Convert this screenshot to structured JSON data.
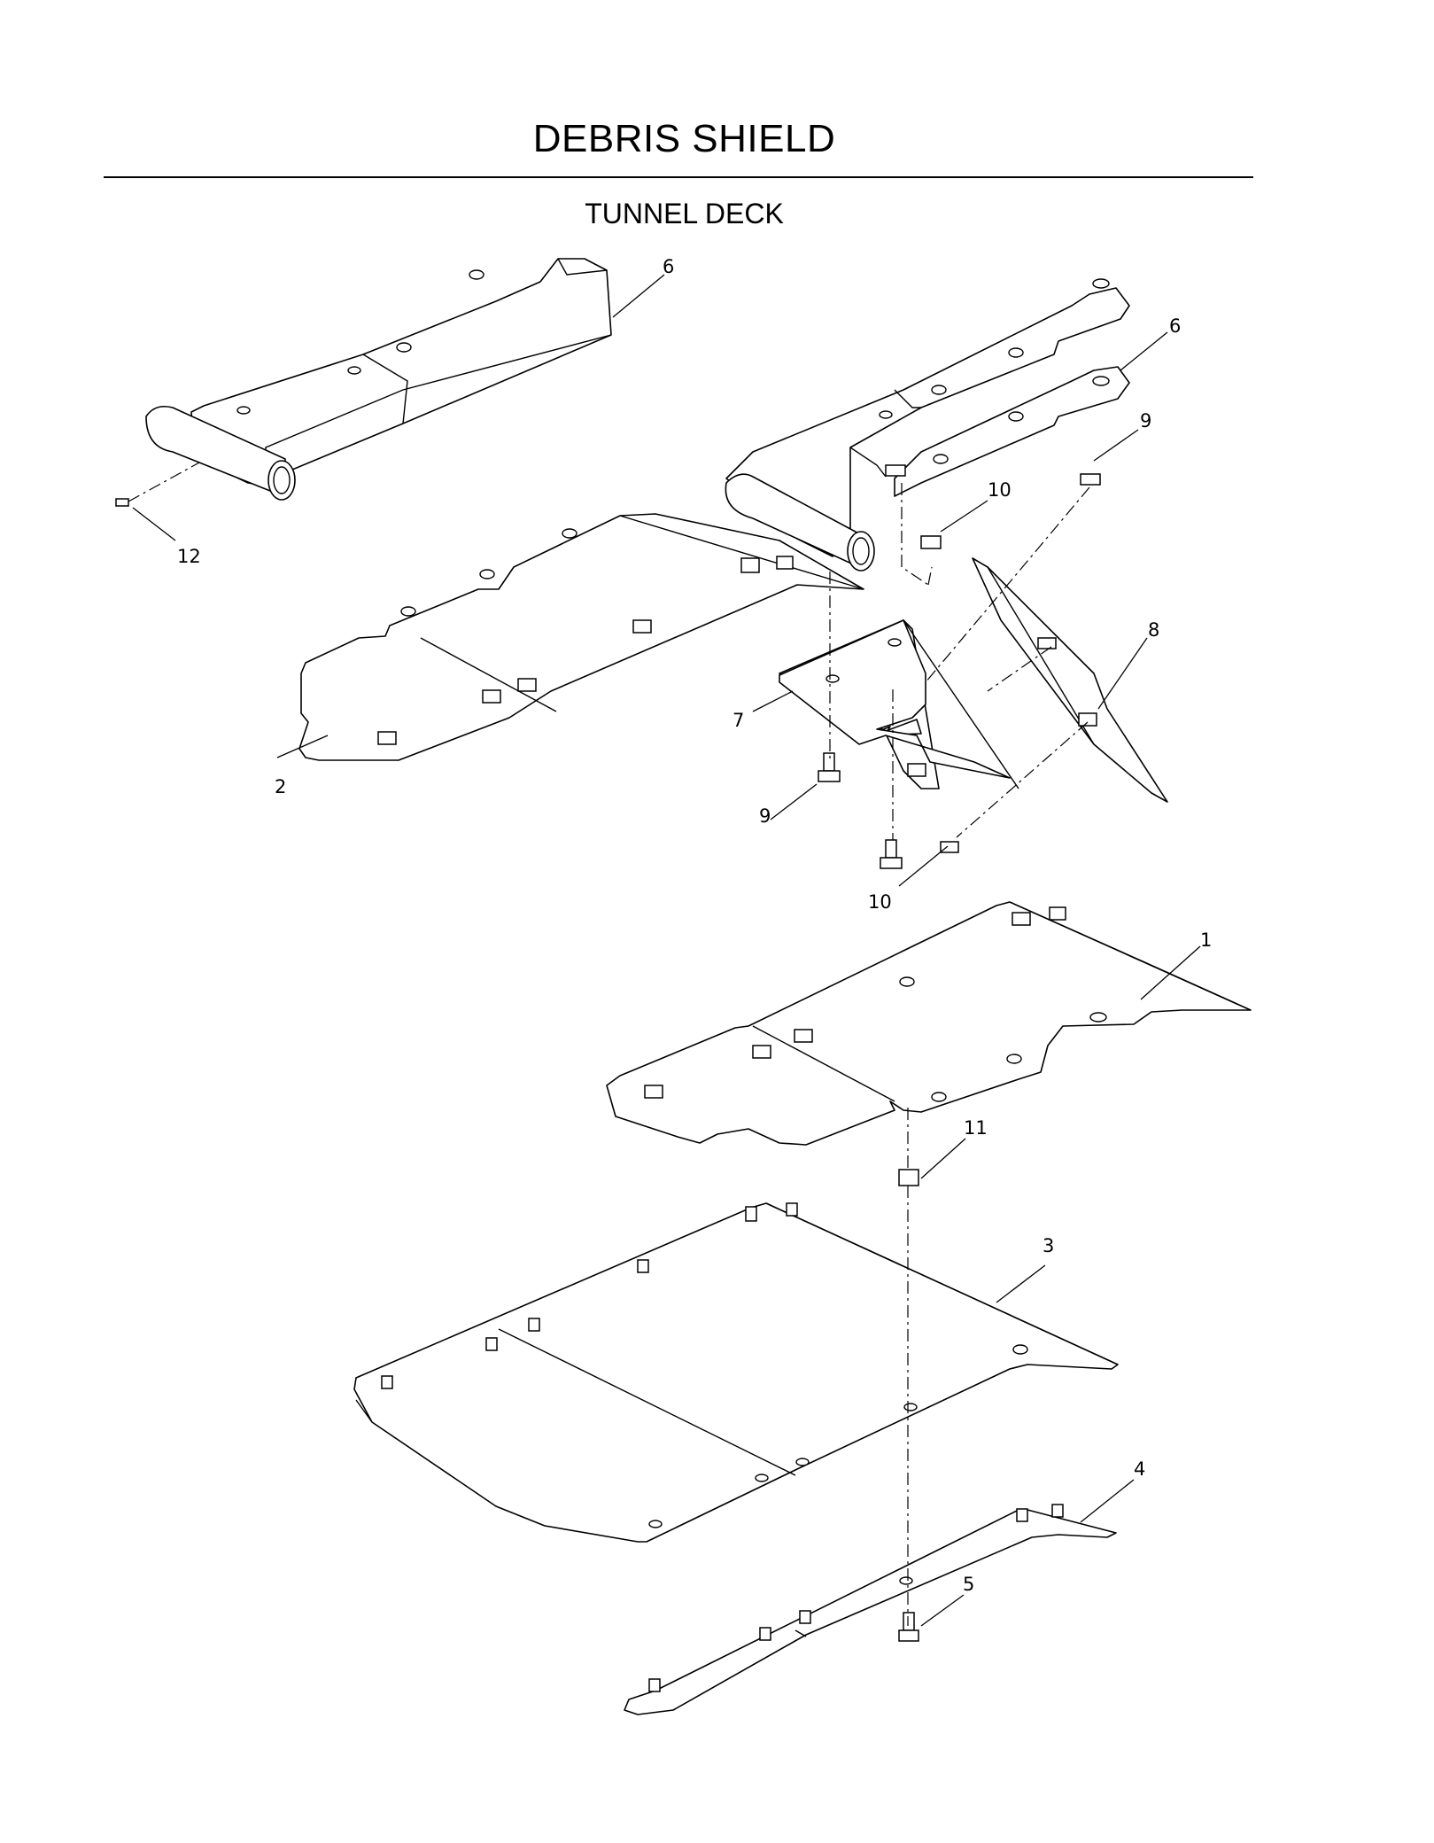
{
  "header": {
    "title": "DEBRIS SHIELD",
    "subtitle": "TUNNEL DECK"
  },
  "callouts": {
    "c1": "1",
    "c2": "2",
    "c3": "3",
    "c4": "4",
    "c5": "5",
    "c6a": "6",
    "c6b": "6",
    "c7": "7",
    "c8": "8",
    "c9a": "9",
    "c9b": "9",
    "c10a": "10",
    "c10b": "10",
    "c11": "11",
    "c12": "12"
  }
}
